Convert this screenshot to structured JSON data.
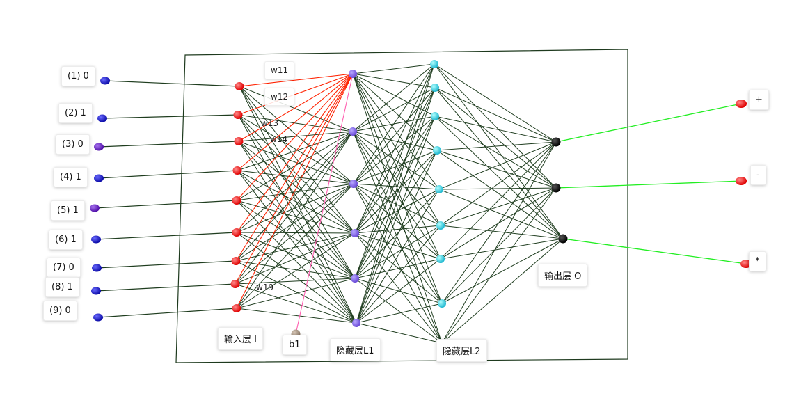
{
  "colors": {
    "frame": "#1e3a1e",
    "dark_edge": "#1f3d1f",
    "red_edge": "#ff2200",
    "bias_edge": "#ff5fb0",
    "green_edge": "#22ee22",
    "input_node": "#ff0000",
    "hidden1_node": "#7b61e8",
    "hidden2_node": "#40d8e8",
    "output_node": "#000000",
    "result_node": "#ff0000",
    "bias_node": "#b09a86",
    "source_node_blue": "#1010cc",
    "source_node_purple": "#6a18c0"
  },
  "inputs": [
    {
      "label": "(1) 0",
      "icon": "blue-sphere"
    },
    {
      "label": "(2) 1",
      "icon": "blue-sphere"
    },
    {
      "label": "(3) 0",
      "icon": "purple-sphere"
    },
    {
      "label": "(4) 1",
      "icon": "blue-sphere"
    },
    {
      "label": "(5) 1",
      "icon": "purple-sphere"
    },
    {
      "label": "(6) 1",
      "icon": "blue-sphere"
    },
    {
      "label": "(7) 0",
      "icon": "blue-sphere"
    },
    {
      "label": "(8) 1",
      "icon": "blue-sphere"
    },
    {
      "label": "(9) 0",
      "icon": "blue-sphere"
    }
  ],
  "weights": [
    "w11",
    "w12",
    "w13",
    "w14",
    "w19"
  ],
  "bias": "b1",
  "layers": {
    "input": "输入层 I",
    "hidden1": "隐藏层L1",
    "hidden2": "隐藏层L2",
    "output": "输出层 O"
  },
  "outputs": [
    "+",
    "-",
    "*"
  ]
}
